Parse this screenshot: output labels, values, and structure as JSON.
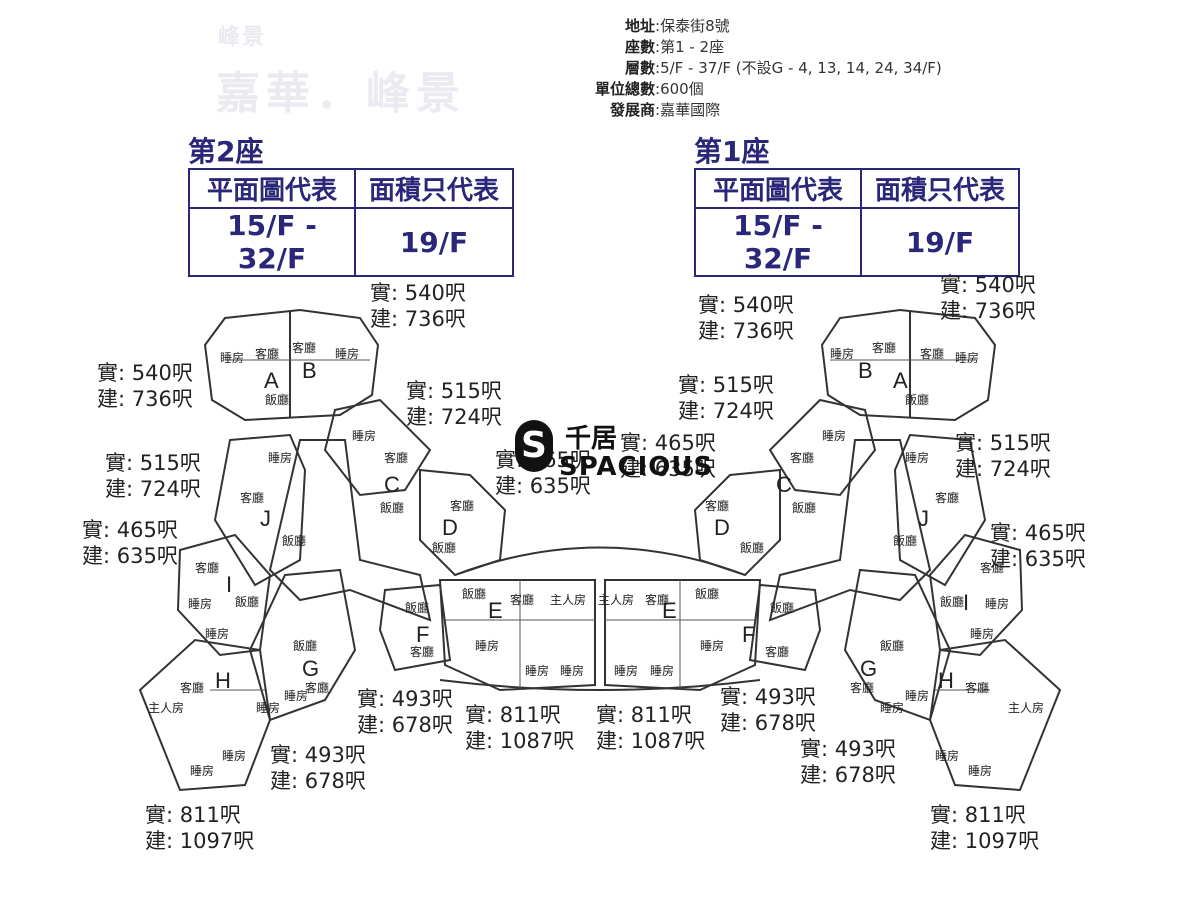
{
  "faded_logo": {
    "line1": "峰景",
    "line2": "嘉華．峰景"
  },
  "info": {
    "address_label": "地址",
    "address": "保泰街8號",
    "blocks_label": "座數",
    "blocks": "第1 - 2座",
    "floors_label": "層數",
    "floors": "5/F - 37/F (不設G - 4, 13, 14, 24, 34/F)",
    "units_label": "單位總數",
    "units": "600個",
    "developer_label": "發展商",
    "developer": "嘉華國際"
  },
  "towers": {
    "left": {
      "title": "第2座",
      "h1": "平面圖代表",
      "h2": "面積只代表",
      "v1": "15/F - 32/F",
      "v2": "19/F"
    },
    "right": {
      "title": "第1座",
      "h1": "平面圖代表",
      "h2": "面積只代表",
      "v1": "15/F - 32/F",
      "v2": "19/F"
    }
  },
  "area_labels": {
    "l_b": {
      "saleable": "實: 540呎",
      "gross": "建: 736呎"
    },
    "l_a": {
      "saleable": "實: 540呎",
      "gross": "建: 736呎"
    },
    "l_c": {
      "saleable": "實: 515呎",
      "gross": "建: 724呎"
    },
    "l_j": {
      "saleable": "實: 515呎",
      "gross": "建: 724呎"
    },
    "l_d": {
      "saleable": "實: 465呎",
      "gross": "建: 635呎"
    },
    "l_i": {
      "saleable": "實: 465呎",
      "gross": "建: 635呎"
    },
    "l_f": {
      "saleable": "實: 493呎",
      "gross": "建: 678呎"
    },
    "l_g": {
      "saleable": "實: 493呎",
      "gross": "建: 678呎"
    },
    "l_e": {
      "saleable": "實: 811呎",
      "gross": "建: 1087呎"
    },
    "l_h": {
      "saleable": "實: 811呎",
      "gross": "建: 1097呎"
    },
    "r_b": {
      "saleable": "實: 540呎",
      "gross": "建: 736呎"
    },
    "r_a": {
      "saleable": "實: 540呎",
      "gross": "建: 736呎"
    },
    "r_c": {
      "saleable": "實: 515呎",
      "gross": "建: 724呎"
    },
    "r_j": {
      "saleable": "實: 515呎",
      "gross": "建: 724呎"
    },
    "r_d": {
      "saleable": "實: 465呎",
      "gross": "建: 635呎"
    },
    "r_i": {
      "saleable": "實: 465呎",
      "gross": "建: 635呎"
    },
    "r_e": {
      "saleable": "實: 811呎",
      "gross": "建: 1087呎"
    },
    "r_f": {
      "saleable": "實: 493呎",
      "gross": "建: 678呎"
    },
    "r_g": {
      "saleable": "實: 493呎",
      "gross": "建: 678呎"
    },
    "r_h": {
      "saleable": "實: 811呎",
      "gross": "建: 1097呎"
    }
  },
  "units": {
    "a": "A",
    "b": "B",
    "c": "C",
    "d": "D",
    "e": "E",
    "f": "F",
    "g": "G",
    "h": "H",
    "i": "I",
    "j": "J"
  },
  "rooms": {
    "bedroom": "睡房",
    "living": "客廳",
    "dining": "飯廳",
    "master": "主人房"
  },
  "watermark": {
    "s": "S",
    "cn": "千居",
    "en": "SPACIOUS"
  },
  "colors": {
    "accent": "#2b2778",
    "line": "#333333"
  }
}
